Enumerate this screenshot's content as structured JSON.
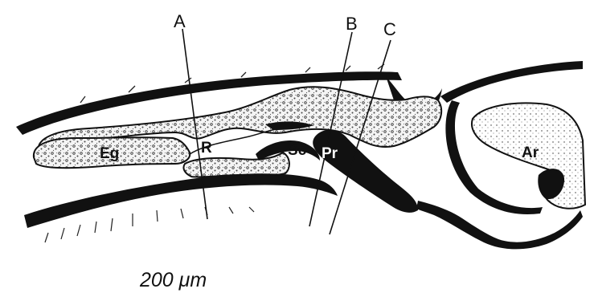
{
  "figure": {
    "section_lines": [
      "A",
      "B",
      "C"
    ],
    "regions": {
      "eg": "Eg",
      "r": "R",
      "sc": "Sc",
      "pr": "Pr",
      "ar": "Ar"
    },
    "scale_text": "200 μm"
  }
}
